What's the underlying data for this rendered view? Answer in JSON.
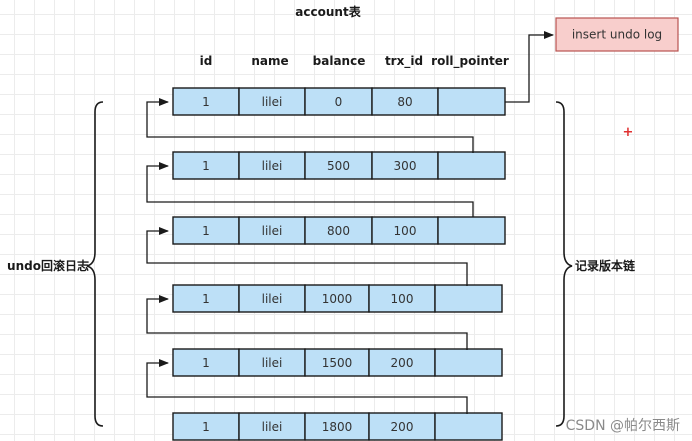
{
  "table_title": "account表",
  "columns": [
    "id",
    "name",
    "balance",
    "trx_id",
    "roll_pointer"
  ],
  "rows": [
    [
      "1",
      "lilei",
      "0",
      "80",
      ""
    ],
    [
      "1",
      "lilei",
      "500",
      "300",
      ""
    ],
    [
      "1",
      "lilei",
      "800",
      "100",
      ""
    ],
    [
      "1",
      "lilei",
      "1000",
      "100",
      ""
    ],
    [
      "1",
      "lilei",
      "1500",
      "200",
      ""
    ],
    [
      "1",
      "lilei",
      "1800",
      "200",
      ""
    ]
  ],
  "insert_undo_log_label": "insert undo log",
  "undo_log_label": "undo回滚日志",
  "version_chain_label": "记录版本链",
  "watermark": "CSDN @帕尔西斯",
  "colors": {
    "cell_fill": "#bde0f7",
    "insert_box_fill": "#f8cecc",
    "insert_box_stroke": "#b85450",
    "plus_marker": "#e03030"
  }
}
